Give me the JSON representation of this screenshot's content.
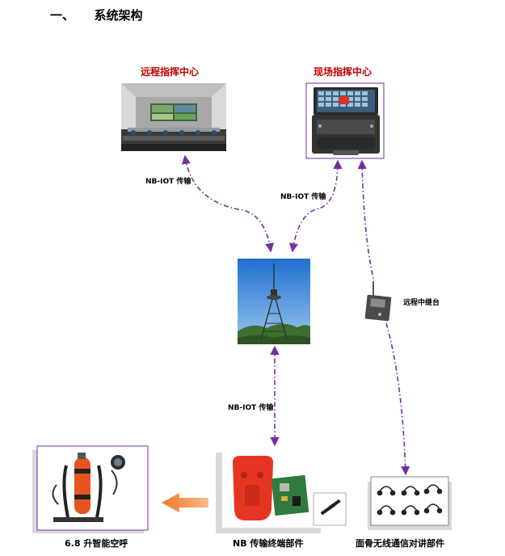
{
  "heading": {
    "number": "一、",
    "text": "系统架构"
  },
  "nodes": {
    "remote_center": {
      "label": "远程指挥中心"
    },
    "field_center": {
      "label": "现场指挥中心"
    },
    "repeater": {
      "label": "远程中继台"
    },
    "breathing": {
      "label": "6.8 升智能空呼"
    },
    "terminal": {
      "label": "NB 传输终端部件"
    },
    "intercom": {
      "label": "面骨无线通信对讲部件"
    }
  },
  "links": {
    "remote_link": "NB-IOT 传输",
    "field_link": "NB-IOT 传输",
    "tower_link": "NB-IOT 传输"
  },
  "colors": {
    "title_red": "#c00000",
    "connector": "#7030a0",
    "frame": "#7030a0",
    "arrow": "#f4843c"
  }
}
